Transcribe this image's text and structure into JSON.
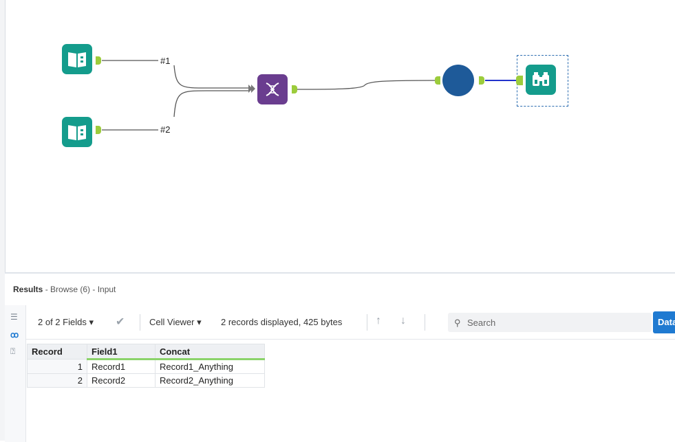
{
  "canvas": {
    "label_1": "#1",
    "label_2": "#2"
  },
  "results": {
    "title_bold": "Results",
    "title_rest": " - Browse (6) - Input",
    "fields": "2 of 2 Fields",
    "cell_viewer": "Cell Viewer",
    "records_info": "2 records displayed, 425 bytes",
    "search_placeholder": "Search",
    "data_btn": "Data",
    "columns": [
      "Record",
      "Field1",
      "Concat"
    ],
    "rows": [
      {
        "record": "1",
        "field1": "Record1",
        "concat": "Record1_Anything"
      },
      {
        "record": "2",
        "field1": "Record2",
        "concat": "Record2_Anything"
      }
    ]
  },
  "colors": {
    "input_tool": "#149c8c",
    "formula_tool": "#6a3d8f",
    "connector": "#1e5a99",
    "anchor": "#9ccc3c",
    "accent_button": "#1f7ad1"
  }
}
